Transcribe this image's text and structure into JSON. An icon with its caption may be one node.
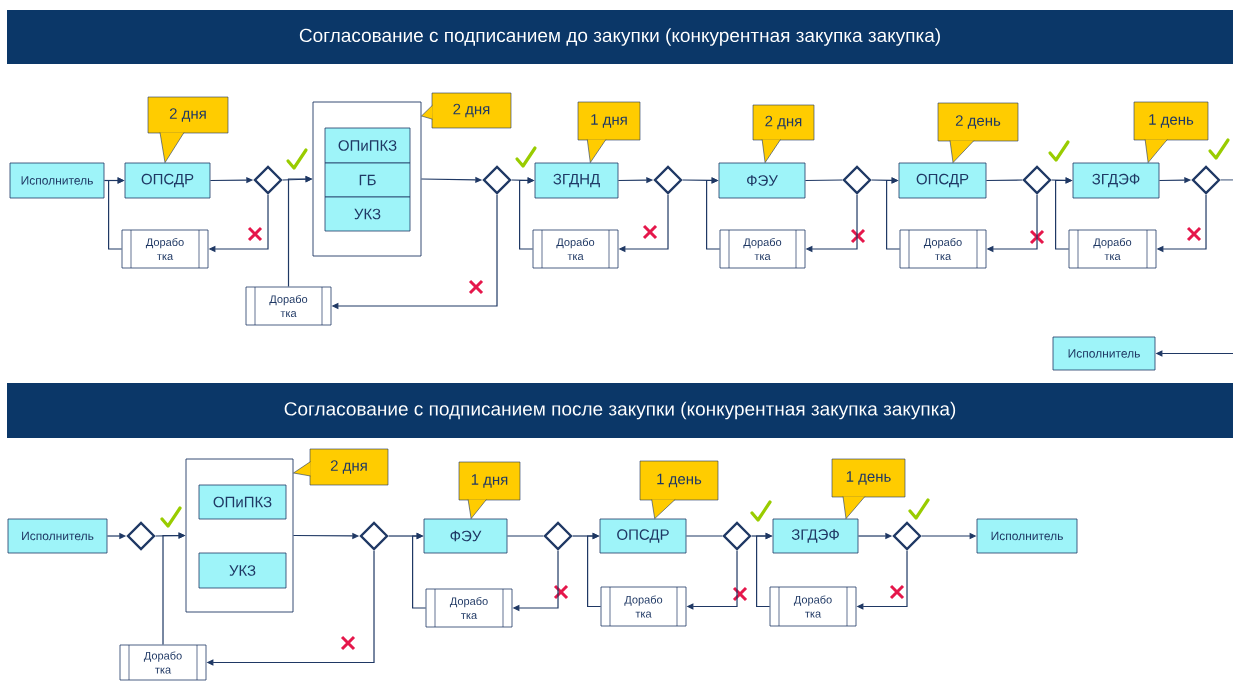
{
  "diagram": {
    "nodes": [
      {
        "text": [
          "Согласование с подписанием до закупки (конкурентная закупка закупка)"
        ]
      },
      {
        "text": [
          "Исполнитель"
        ]
      },
      {
        "text": [
          "ОПСДР"
        ]
      },
      {
        "text": [],
        "shape": "diamond"
      },
      {
        "text": [],
        "shape": "box"
      },
      {
        "text": [
          "ОПиПКЗ"
        ],
        "in": 4
      },
      {
        "text": [
          "ГБ"
        ],
        "in": 4
      },
      {
        "text": [
          "УКЗ"
        ],
        "in": 4
      },
      {
        "text": [],
        "shape": "diamond"
      },
      {
        "text": [
          "ЗГДНД"
        ]
      },
      {
        "text": [],
        "shape": "diamond"
      },
      {
        "text": [
          "ФЭУ"
        ]
      },
      {
        "text": [],
        "shape": "diamond"
      },
      {
        "text": [
          "ОПСДР"
        ]
      },
      {
        "text": [],
        "shape": "diamond"
      },
      {
        "text": [
          "ЗГДЭФ"
        ]
      },
      {
        "text": [],
        "shape": "diamond"
      },
      {
        "text": [
          "Дорабо тка"
        ]
      },
      {
        "text": [
          "Дорабо тка"
        ]
      },
      {
        "text": [
          "Дорабо тка"
        ]
      },
      {
        "text": [
          "Дорабо тка"
        ]
      },
      {
        "text": [
          "Дорабо тка"
        ]
      },
      {
        "text": [
          "Дорабо тка"
        ]
      },
      {
        "text": [
          "Исполнитель"
        ]
      },
      {
        "text": [
          "Согласование с подписанием после закупки (конкурентная закупка закупка)"
        ]
      },
      {
        "text": [
          "Исполнитель"
        ]
      },
      {
        "text": [],
        "shape": "diamond"
      },
      {
        "text": [],
        "shape": "box"
      },
      {
        "text": [
          "ОПиПКЗ"
        ],
        "in": 27
      },
      {
        "text": [
          "УКЗ"
        ],
        "in": 27
      },
      {
        "text": [],
        "shape": "diamond"
      },
      {
        "text": [
          "ФЭУ"
        ]
      },
      {
        "text": [],
        "shape": "diamond"
      },
      {
        "text": [
          "ОПСДР"
        ]
      },
      {
        "text": [],
        "shape": "diamond"
      },
      {
        "text": [
          "ЗГДЭФ"
        ]
      },
      {
        "text": [],
        "shape": "diamond"
      },
      {
        "text": [
          "Исполнитель"
        ]
      },
      {
        "text": [
          "Дорабо тка"
        ]
      },
      {
        "text": [
          "Дорабо тка"
        ]
      },
      {
        "text": [
          "Дорабо тка"
        ]
      },
      {
        "text": [
          "Дорабо тка"
        ]
      },
      {
        "text": [
          "2 дня"
        ]
      },
      {
        "text": [
          "2 дня"
        ]
      },
      {
        "text": [
          "1 дня"
        ]
      },
      {
        "text": [
          "2 дня"
        ]
      },
      {
        "text": [
          "2 день"
        ]
      },
      {
        "text": [
          "1 день"
        ]
      },
      {
        "text": [
          "2 дня"
        ]
      },
      {
        "text": [
          "1 дня"
        ]
      },
      {
        "text": [
          "1 день"
        ]
      },
      {
        "text": [
          "1 день"
        ]
      }
    ],
    "edges": [
      {
        "from": 1,
        "to": 2,
        "arrow": "to"
      },
      {
        "from": 2,
        "to": 3,
        "arrow": "to"
      },
      {
        "from": 3,
        "to": 4,
        "arrow": "to"
      },
      {
        "from": 3,
        "to": 17,
        "arrow": "to"
      },
      {
        "from": 17,
        "to": 2,
        "arrow": "to"
      },
      {
        "from": 4,
        "to": 8,
        "arrow": "to"
      },
      {
        "from": 8,
        "to": 18,
        "arrow": "to"
      },
      {
        "from": 18,
        "to": 4,
        "arrow": "to"
      },
      {
        "from": 8,
        "to": 9,
        "arrow": "to"
      },
      {
        "from": 19,
        "to": 9,
        "arrow": "to"
      },
      {
        "from": 9,
        "to": 10,
        "arrow": "to"
      },
      {
        "from": 10,
        "to": 19,
        "arrow": "to"
      },
      {
        "from": 10,
        "to": 11,
        "arrow": "to"
      },
      {
        "from": 20,
        "to": 11,
        "arrow": "to"
      },
      {
        "from": 11,
        "to": 12,
        "arrow": "none"
      },
      {
        "from": 12,
        "to": 20,
        "arrow": "to"
      },
      {
        "from": 12,
        "to": 13,
        "arrow": "to"
      },
      {
        "from": 21,
        "to": 13,
        "arrow": "to"
      },
      {
        "from": 13,
        "to": 14,
        "arrow": "none"
      },
      {
        "from": 14,
        "to": 21,
        "arrow": "to"
      },
      {
        "from": 14,
        "to": 15,
        "arrow": "to"
      },
      {
        "from": 22,
        "to": 15,
        "arrow": "to"
      },
      {
        "from": 15,
        "to": 16,
        "arrow": "to"
      },
      {
        "from": 16,
        "to": 22,
        "arrow": "to"
      },
      {
        "from": 16,
        "to": null,
        "arrow": "none"
      },
      {
        "from": null,
        "to": 23,
        "arrow": "to"
      },
      {
        "from": 25,
        "to": 26,
        "arrow": "to"
      },
      {
        "from": 26,
        "to": 27,
        "arrow": "to"
      },
      {
        "from": 38,
        "to": 27,
        "arrow": "to"
      },
      {
        "from": 27,
        "to": 30,
        "arrow": "to"
      },
      {
        "from": 30,
        "to": 38,
        "arrow": "to"
      },
      {
        "from": 30,
        "to": 31,
        "arrow": "to"
      },
      {
        "from": 39,
        "to": 31,
        "arrow": "to"
      },
      {
        "from": 31,
        "to": 32,
        "arrow": "none"
      },
      {
        "from": 32,
        "to": 39,
        "arrow": "to"
      },
      {
        "from": 32,
        "to": 33,
        "arrow": "to"
      },
      {
        "from": 40,
        "to": 33,
        "arrow": "to"
      },
      {
        "from": 33,
        "to": 34,
        "arrow": "none"
      },
      {
        "from": 34,
        "to": 40,
        "arrow": "to"
      },
      {
        "from": 34,
        "to": 35,
        "arrow": "to"
      },
      {
        "from": 41,
        "to": 35,
        "arrow": "to"
      },
      {
        "from": 35,
        "to": 36,
        "arrow": "to"
      },
      {
        "from": 36,
        "to": 41,
        "arrow": "to"
      },
      {
        "from": 36,
        "to": 37,
        "arrow": "to"
      },
      {
        "from": 42,
        "to": 2,
        "arrow": "to"
      },
      {
        "from": 43,
        "to": 4,
        "arrow": "to"
      },
      {
        "from": 44,
        "to": 9,
        "arrow": "to"
      },
      {
        "from": 45,
        "to": 11,
        "arrow": "to"
      },
      {
        "from": 46,
        "to": 13,
        "arrow": "to"
      },
      {
        "from": 47,
        "to": 15,
        "arrow": "to"
      },
      {
        "from": 48,
        "to": 27,
        "arrow": "to"
      },
      {
        "from": 49,
        "to": 31,
        "arrow": "to"
      },
      {
        "from": 50,
        "to": 33,
        "arrow": "to"
      },
      {
        "from": 51,
        "to": 35,
        "arrow": "to"
      }
    ]
  }
}
